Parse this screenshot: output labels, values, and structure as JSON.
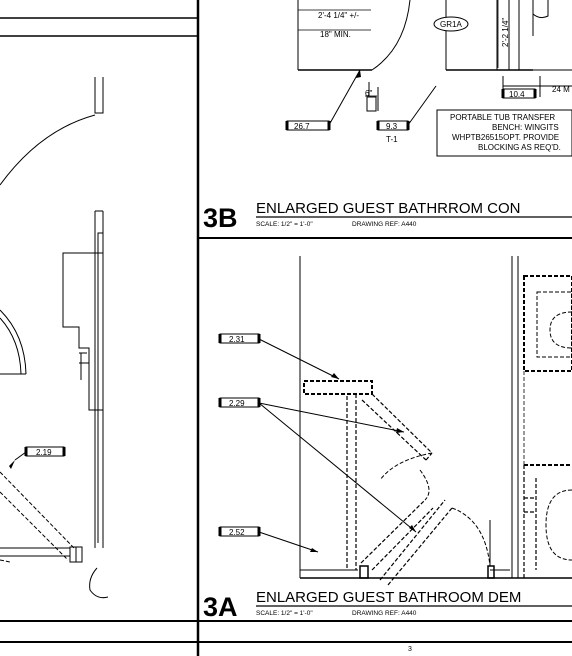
{
  "drawing": {
    "upper_dims": {
      "width_dim": "2'-4 1/4\" +/-",
      "min_dim": "18\" MIN.",
      "vert_dim": "2'-2 1/4\"",
      "offset_dim": "6\"",
      "room_tag": "GR1A",
      "right_dim": "24 M"
    },
    "upper_keynotes": [
      "26.7",
      "9.3",
      "10.4"
    ],
    "tag_t1": "T-1",
    "note_lines": [
      "PORTABLE TUB TRANSFER",
      "BENCH: WINGITS",
      "WHPTB26515OPT. PROVIDE",
      "BLOCKING AS REQ'D."
    ],
    "left_keynote": "2.19",
    "lower_keynotes": [
      "2.31",
      "2.29",
      "2.52"
    ],
    "title_3b": {
      "number": "3B",
      "title": "ENLARGED GUEST BATHRROM CON",
      "scale": "SCALE:  1/2\" = 1'-0\"",
      "ref": "DRAWING REF:  A440"
    },
    "title_3a": {
      "number": "3A",
      "title": "ENLARGED GUEST BATHROOM DEM",
      "scale": "SCALE:  1/2\" = 1'-0\"",
      "ref": "DRAWING REF:  A440"
    },
    "footer_number": "3"
  },
  "colors": {
    "line": "#000000",
    "paper": "#ffffff"
  }
}
